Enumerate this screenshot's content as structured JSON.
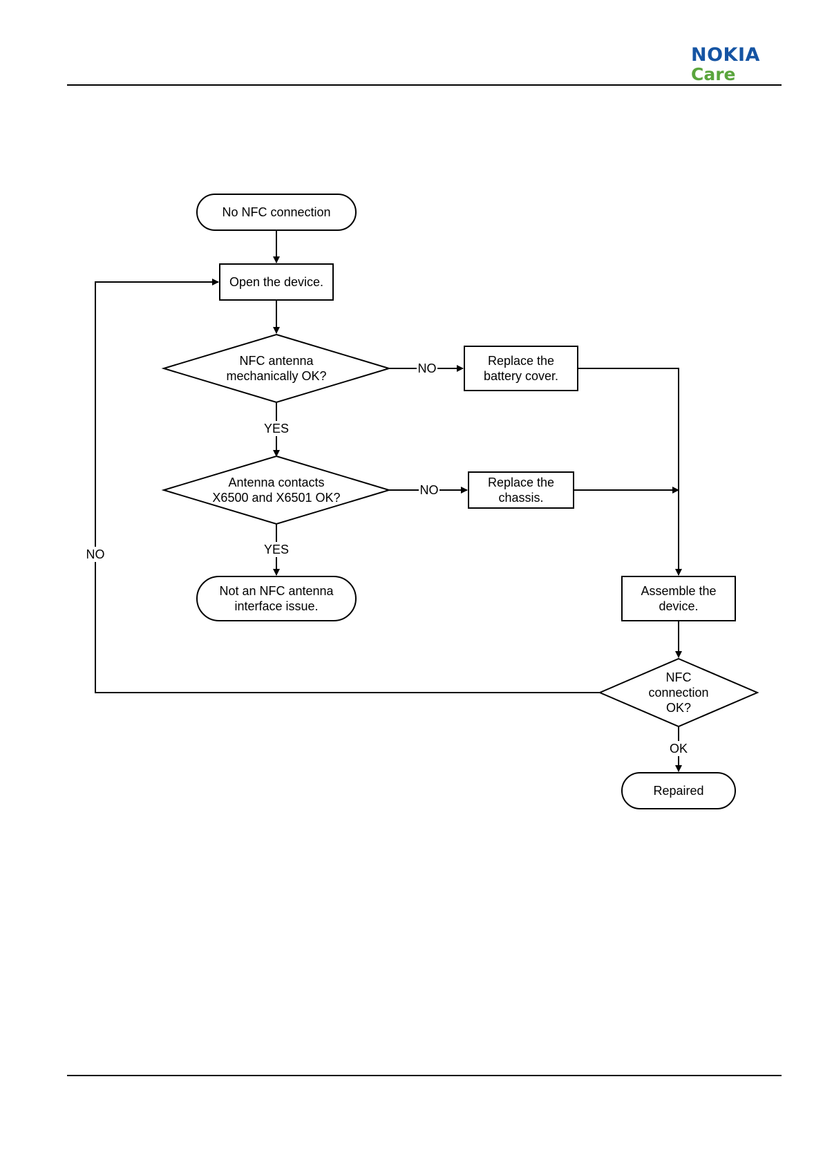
{
  "header": {
    "logo": {
      "brand": "NOKIA",
      "sub": "Care",
      "brand_color": "#1554a3",
      "sub_color": "#5aa53d"
    }
  },
  "flowchart": {
    "nodes": {
      "start": {
        "shape": "terminator",
        "lines": [
          "No NFC connection"
        ]
      },
      "open": {
        "shape": "process",
        "lines": [
          "Open the device."
        ]
      },
      "d1": {
        "shape": "decision",
        "lines": [
          "NFC antenna",
          "mechanically OK?"
        ]
      },
      "r1": {
        "shape": "process",
        "lines": [
          "Replace the",
          "battery cover."
        ]
      },
      "d2": {
        "shape": "decision",
        "lines": [
          "Antenna contacts",
          "X6500 and X6501 OK?"
        ]
      },
      "r2": {
        "shape": "process",
        "lines": [
          "Replace the",
          "chassis."
        ]
      },
      "notissue": {
        "shape": "terminator",
        "lines": [
          "Not an NFC antenna",
          "interface issue."
        ]
      },
      "assemble": {
        "shape": "process",
        "lines": [
          "Assemble the",
          "device."
        ]
      },
      "d3": {
        "shape": "decision",
        "lines": [
          "NFC",
          "connection",
          "OK?"
        ]
      },
      "end": {
        "shape": "terminator",
        "lines": [
          "Repaired"
        ]
      }
    },
    "edges": [
      {
        "from": "start",
        "to": "open",
        "label": ""
      },
      {
        "from": "open",
        "to": "d1",
        "label": ""
      },
      {
        "from": "d1",
        "to": "r1",
        "label": "NO"
      },
      {
        "from": "d1",
        "to": "d2",
        "label": "YES"
      },
      {
        "from": "d2",
        "to": "r2",
        "label": "NO"
      },
      {
        "from": "d2",
        "to": "notissue",
        "label": "YES"
      },
      {
        "from": "r1",
        "to": "assemble",
        "label": ""
      },
      {
        "from": "r2",
        "to": "assemble",
        "label": ""
      },
      {
        "from": "assemble",
        "to": "d3",
        "label": ""
      },
      {
        "from": "d3",
        "to": "end",
        "label": "OK"
      },
      {
        "from": "d3",
        "to": "open",
        "label": "NO"
      }
    ]
  }
}
